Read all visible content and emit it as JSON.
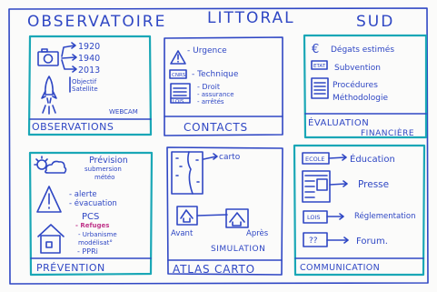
{
  "header": {
    "left": "OBSERVATOIRE",
    "middle": "LITTORAL",
    "right": "SUD"
  },
  "panels": {
    "observations": {
      "title": "OBSERVATIONS",
      "years": [
        "1920",
        "1940",
        "2013"
      ],
      "objectif": "Objectif",
      "satellite": "Satellite",
      "webcam": "WEBCAM"
    },
    "contacts": {
      "title": "CONTACTS",
      "urgence": "- Urgence",
      "tag_cnrs": "CNRS",
      "technique": "- Technique",
      "tag_lois": "LOIS",
      "droit": "- Droit",
      "assurance": "- assurance",
      "arretes": "- arrêtés"
    },
    "evaluation": {
      "title": "ÉVALUATION",
      "title2": "FINANCIÈRE",
      "degats": "Dégats estimés",
      "tag_etat": "ETAT",
      "subvention": "Subvention",
      "procedures": "Procédures",
      "methodologie": "Méthodologie"
    },
    "prevention": {
      "title": "PRÉVENTION",
      "prevision": "Prévision",
      "submersion": "submersion",
      "meteo": "météo",
      "alerte": "- alerte",
      "evacuation": "- évacuation",
      "pcs": "PCS",
      "refuges": "- Refuges",
      "urbanisme": "- Urbanisme",
      "modelisat": "modélisat°",
      "ppri": "- PPRi"
    },
    "atlas": {
      "title": "ATLAS CARTO",
      "carto": "carto",
      "avant": "Avant",
      "apres": "Après",
      "simulation": "SIMULATION"
    },
    "communication": {
      "title": "COMMUNICATION",
      "tag_ecole": "ECOLE",
      "education": "Éducation",
      "presse": "Presse",
      "tag_lois": "LOIS",
      "reglementation": "Réglementation",
      "tag_q": "??",
      "forum": "Forum."
    }
  },
  "colors": {
    "ink": "#2f47c4",
    "frame": "#1aa7b6",
    "highlight": "#c0368a",
    "paper": "#fbfbfa"
  }
}
